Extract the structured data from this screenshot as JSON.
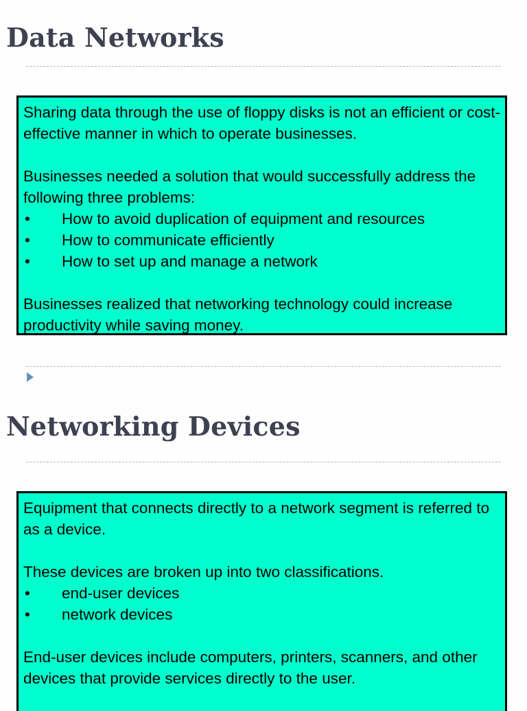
{
  "slides": [
    {
      "title": "Data Networks",
      "paragraphs": [
        "Sharing data through the use of floppy disks is not an efficient or cost-effective manner in which to operate businesses.",
        "Businesses needed a solution that would successfully address the following three problems:"
      ],
      "bullets": [
        "How to avoid duplication of equipment and resources",
        "How to communicate efficiently",
        "How to set up and manage a network"
      ],
      "closing": "Businesses realized that networking technology could increase productivity while saving money."
    },
    {
      "title": "Networking Devices",
      "paragraphs": [
        "Equipment that connects directly to a network segment is referred to as a device.",
        "These devices are broken up into two classifications."
      ],
      "bullets": [
        "end-user devices",
        "network devices"
      ],
      "closing": "End-user devices include computers, printers, scanners, and other devices that provide services directly to the user."
    }
  ],
  "bullet_char": "•",
  "colors": {
    "box_fill": "#00ffcc",
    "title": "#3e4150",
    "arrow": "#6b8fb5"
  }
}
